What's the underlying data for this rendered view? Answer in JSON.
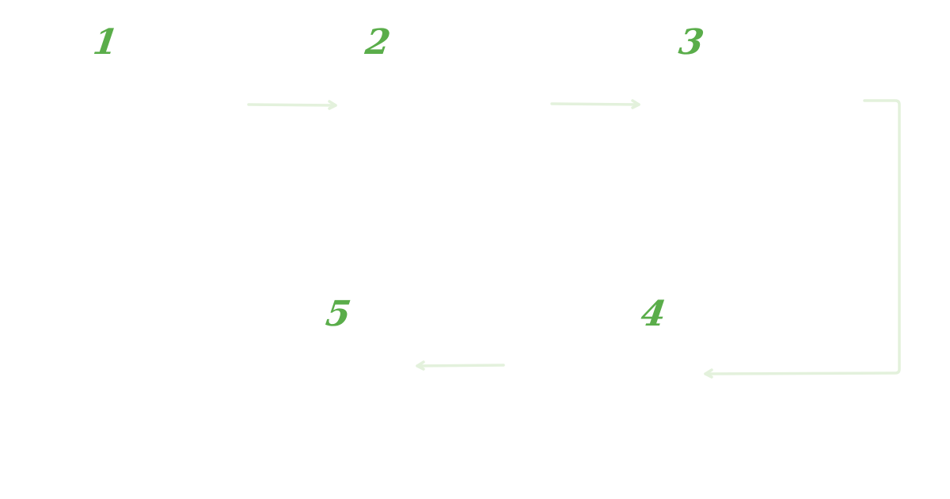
{
  "diagram": {
    "type": "process-flow",
    "colors": {
      "number": "#5aad4a",
      "arrow": "#e3f1dc",
      "background": "#ffffff"
    },
    "steps": [
      {
        "label": "1"
      },
      {
        "label": "2"
      },
      {
        "label": "3"
      },
      {
        "label": "4"
      },
      {
        "label": "5"
      }
    ],
    "connections": [
      {
        "from": "1",
        "to": "2"
      },
      {
        "from": "2",
        "to": "3"
      },
      {
        "from": "3",
        "to": "4"
      },
      {
        "from": "4",
        "to": "5"
      }
    ]
  }
}
